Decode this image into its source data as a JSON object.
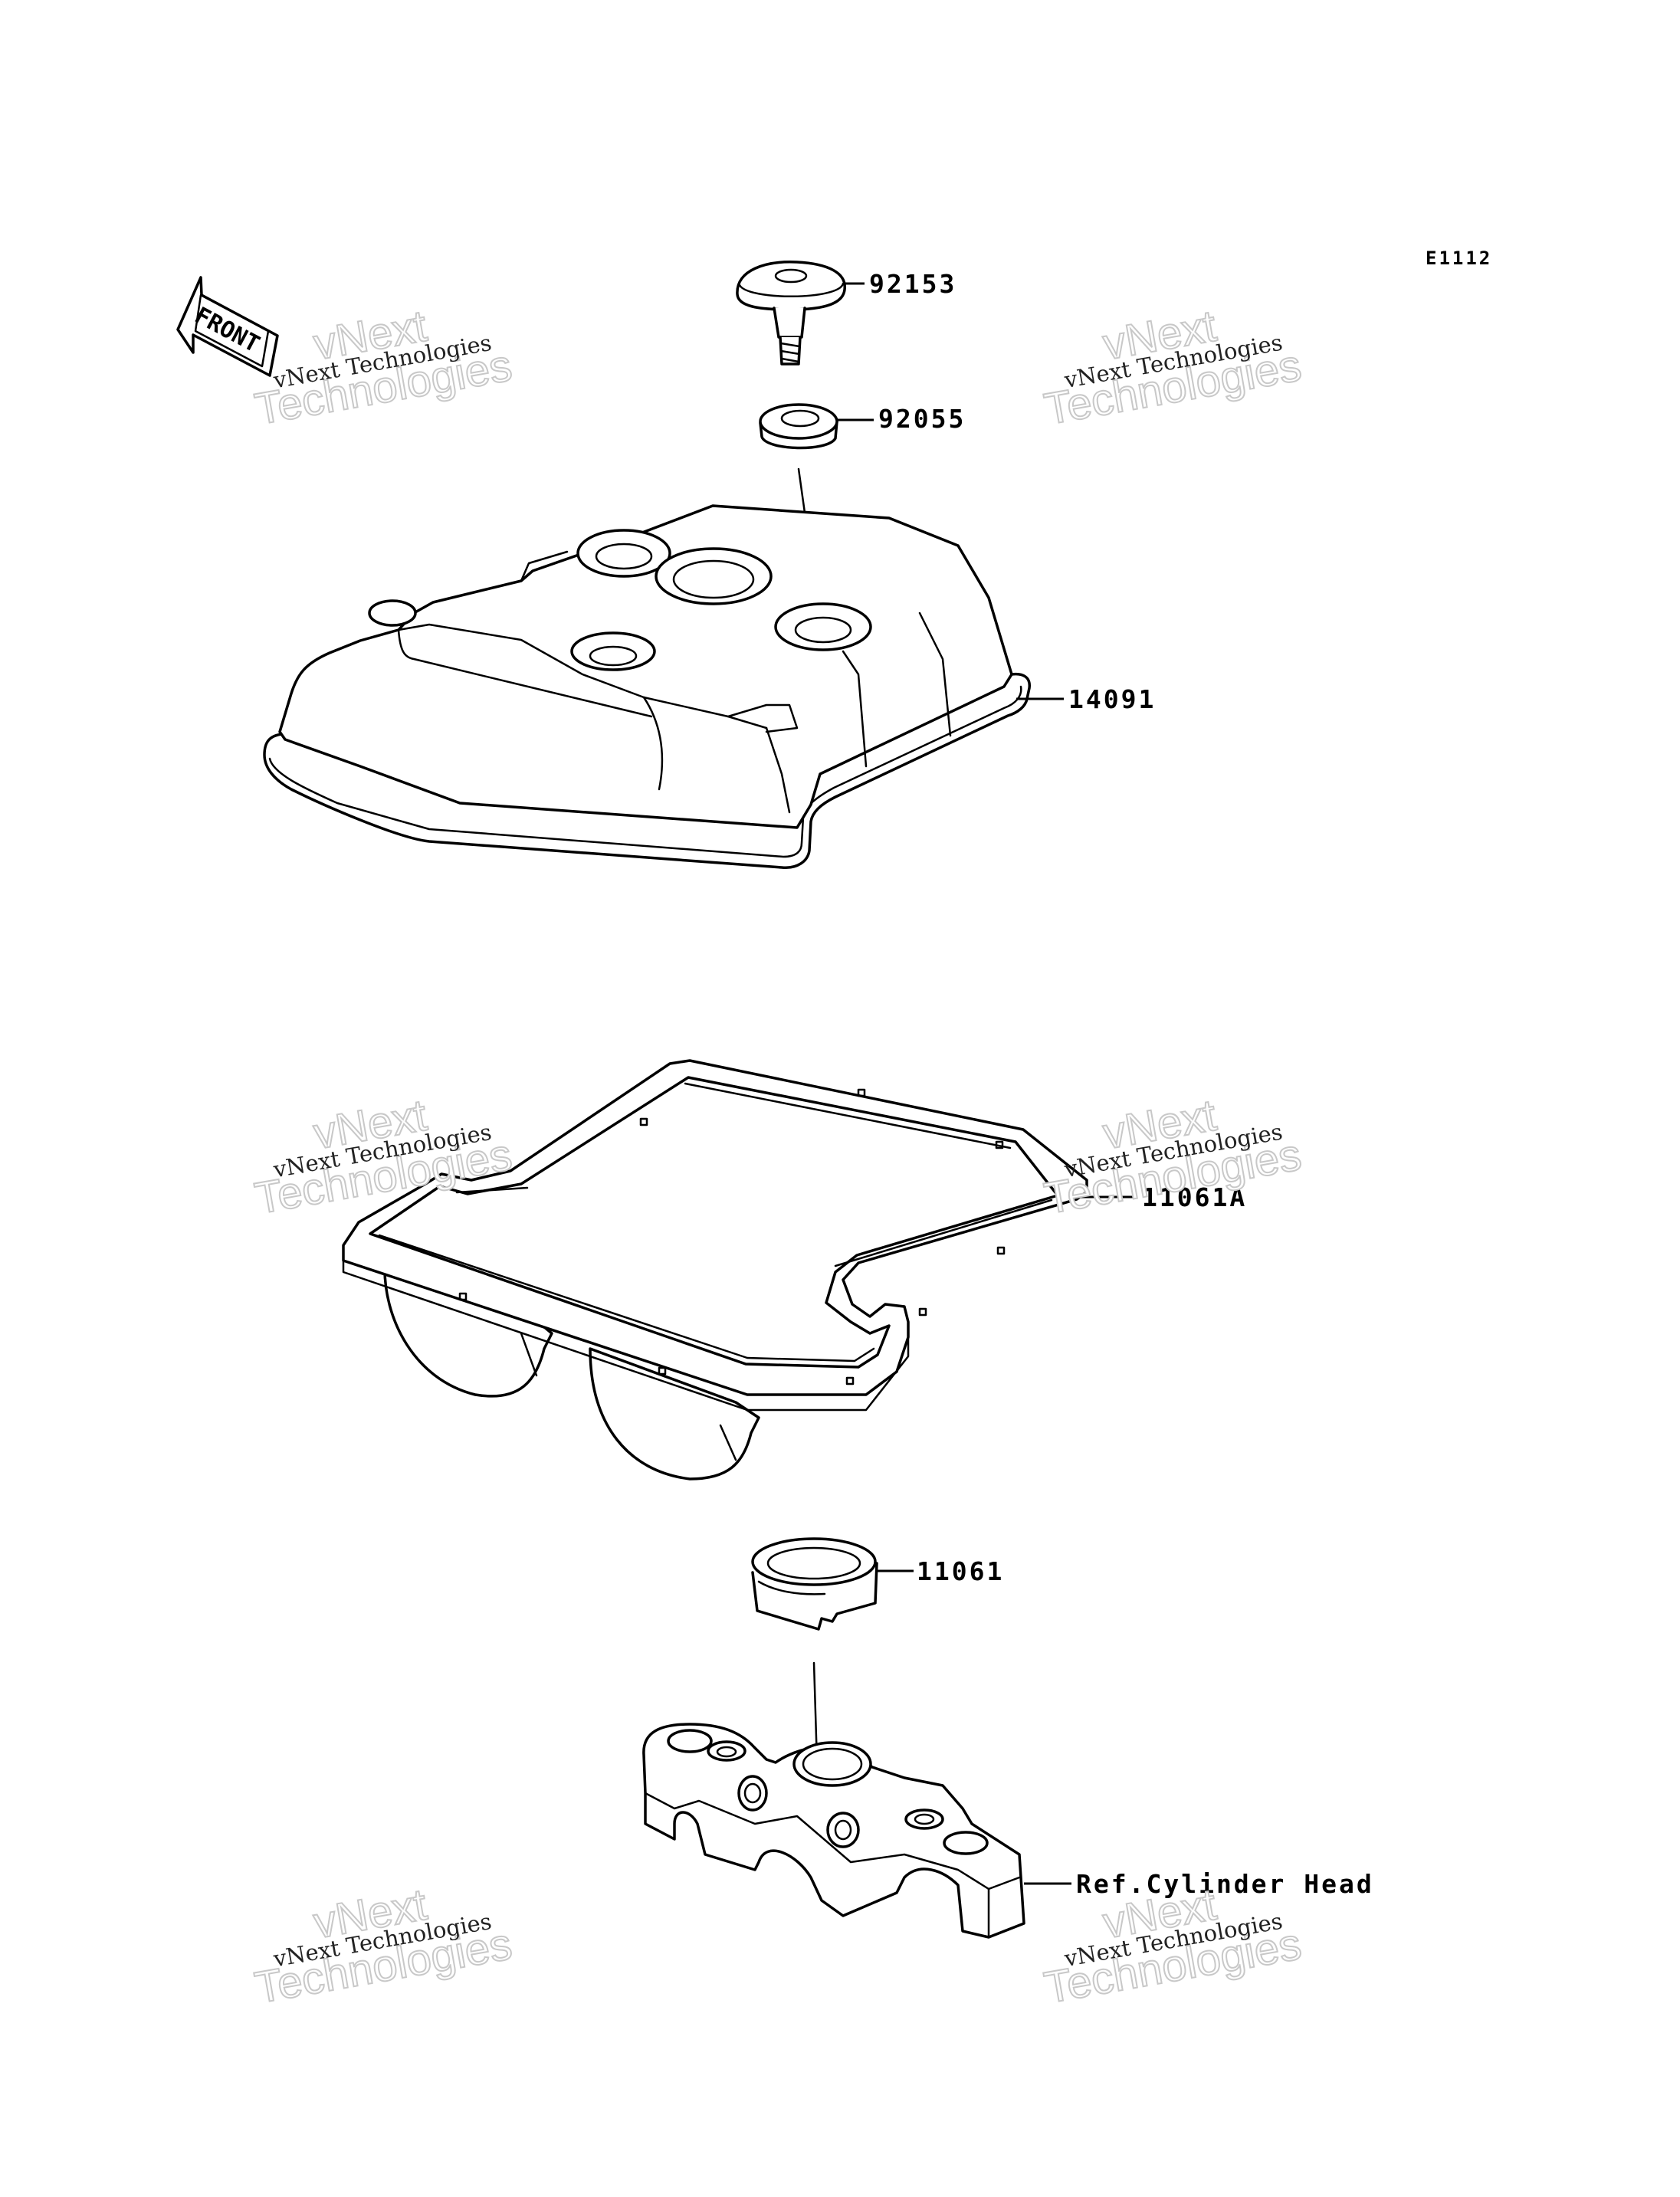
{
  "diagram_code": "E1112",
  "front_label": "FRONT",
  "callouts": {
    "bolt": "92153",
    "washer": "92055",
    "cover": "14091",
    "cover_gasket": "11061A",
    "plug_gasket": "11061",
    "cylinder_head_ref": "Ref.Cylinder Head"
  },
  "watermark": {
    "small_text": "vNext Technologies",
    "big_line1": "vNext",
    "big_line2": "Technologies"
  },
  "colors": {
    "line": "#000000",
    "background": "#ffffff",
    "watermark_outline": "#c8c8c8"
  }
}
